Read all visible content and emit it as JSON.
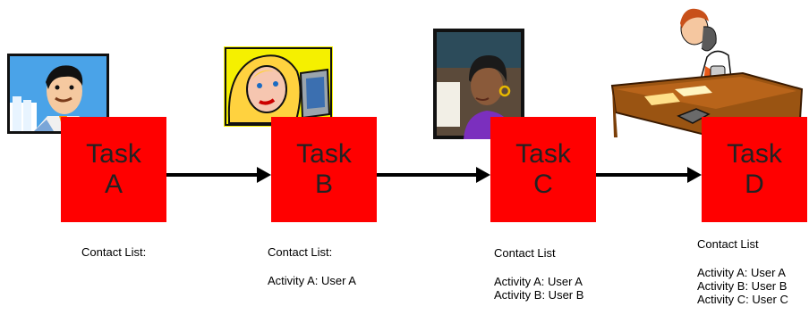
{
  "tasks": [
    {
      "word": "Task",
      "letter": "A"
    },
    {
      "word": "Task",
      "letter": "B"
    },
    {
      "word": "Task",
      "letter": "C"
    },
    {
      "word": "Task",
      "letter": "D"
    }
  ],
  "notes": [
    {
      "heading": "Contact List:",
      "lines": []
    },
    {
      "heading": "Contact List:",
      "lines": [
        "Activity A: User A"
      ]
    },
    {
      "heading": "Contact List",
      "lines": [
        "Activity A: User A",
        "Activity B: User B"
      ]
    },
    {
      "heading": "Contact List",
      "lines": [
        "Activity A: User A",
        "Activity B: User B",
        "Activity C: User C"
      ]
    }
  ],
  "colors": {
    "task_fill": "#ff0000",
    "arrow": "#000000"
  },
  "clipart": [
    "man-in-suit-icon",
    "woman-at-computer-icon",
    "woman-with-headset-icon",
    "man-on-phone-at-desk-icon"
  ]
}
